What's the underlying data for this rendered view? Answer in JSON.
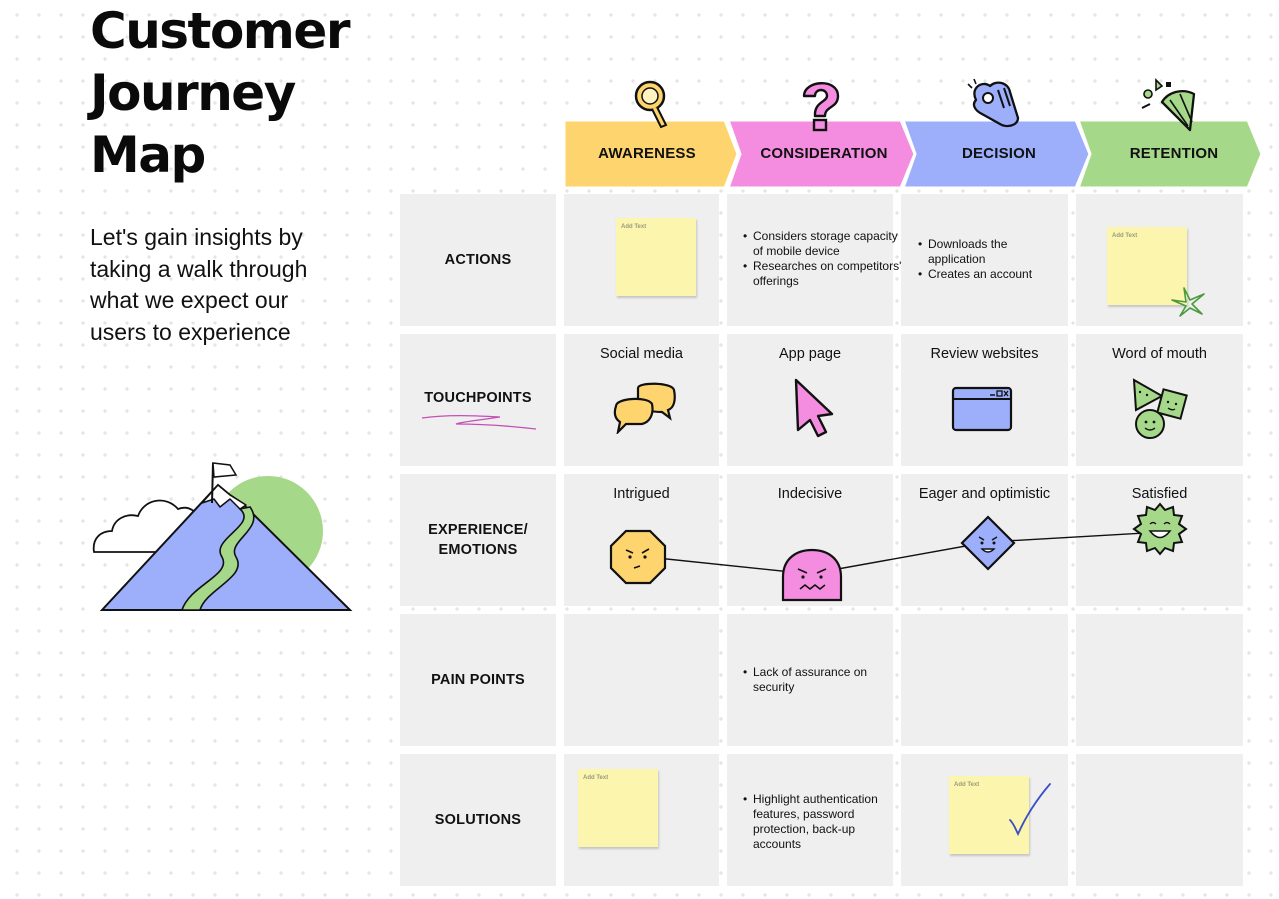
{
  "title": {
    "line1": "Customer",
    "line2": "Journey",
    "line3": "Map"
  },
  "subtitle": "Let's gain insights by taking a walk through what we expect our users to experience",
  "stages": [
    {
      "label": "AWARENESS",
      "color": "#fed46e",
      "icon": "magnifier-icon"
    },
    {
      "label": "CONSIDERATION",
      "color": "#f48de0",
      "icon": "question-mark-icon"
    },
    {
      "label": "DECISION",
      "color": "#9daffb",
      "icon": "ok-hand-icon"
    },
    {
      "label": "RETENTION",
      "color": "#a6d88a",
      "icon": "party-popper-icon"
    }
  ],
  "rows": {
    "actions": "ACTIONS",
    "touchpoints": "TOUCHPOINTS",
    "experience_line1": "EXPERIENCE/",
    "experience_line2": "EMOTIONS",
    "pain_points": "PAIN POINTS",
    "solutions": "SOLUTIONS"
  },
  "sticky_placeholder": "Add Text",
  "actions": {
    "consideration": [
      "Considers storage capacity of mobile device",
      "Researches on competitors' offerings"
    ],
    "decision": [
      "Downloads the application",
      "Creates an account"
    ]
  },
  "touchpoints": {
    "awareness": "Social media",
    "consideration": "App page",
    "decision": "Review websites",
    "retention": "Word of mouth"
  },
  "emotions": {
    "awareness": "Intrigued",
    "consideration": "Indecisive",
    "decision": "Eager and optimistic",
    "retention": "Satisfied"
  },
  "pain_points": {
    "consideration": [
      "Lack of assurance on security"
    ]
  },
  "solutions": {
    "consideration": [
      "Highlight authentication features, password protection, back-up accounts"
    ]
  },
  "colors": {
    "cell": "#efefef",
    "sticky": "#fbf5ad",
    "yellow": "#fed46e",
    "pink": "#f48de0",
    "blue": "#9daffb",
    "green": "#a6d88a"
  }
}
